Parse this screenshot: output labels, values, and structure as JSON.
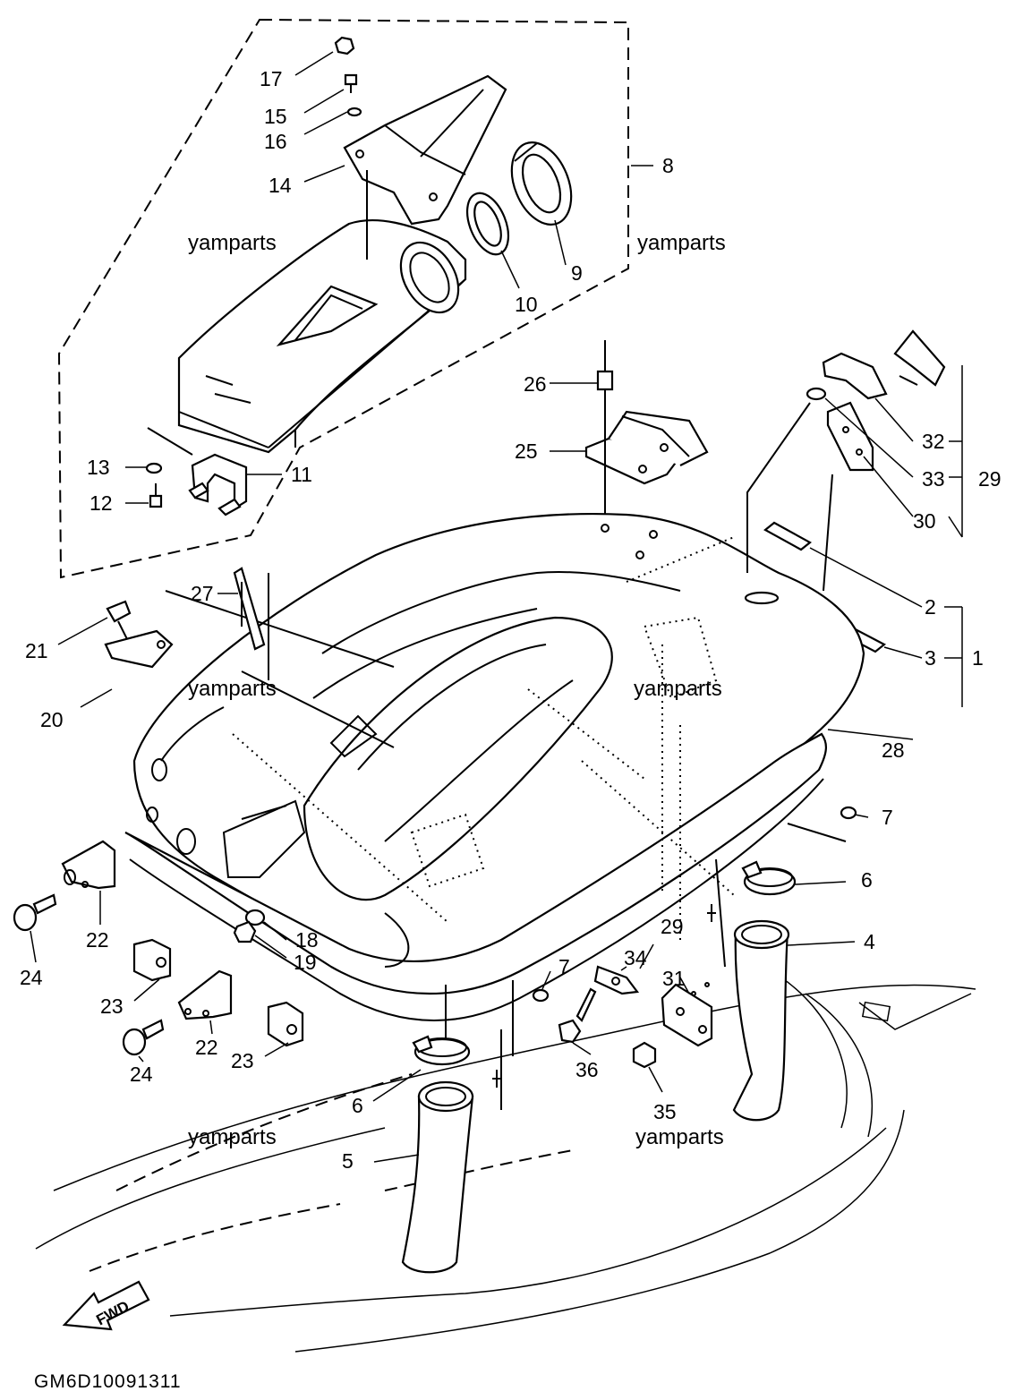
{
  "diagram": {
    "code": "GM6D10091311",
    "watermark": "yamparts",
    "fwd_label": "FWD",
    "callouts": [
      "1",
      "2",
      "3",
      "4",
      "5",
      "6",
      "6",
      "7",
      "7",
      "8",
      "9",
      "10",
      "11",
      "12",
      "13",
      "14",
      "15",
      "16",
      "17",
      "18",
      "19",
      "20",
      "21",
      "22",
      "22",
      "23",
      "23",
      "24",
      "24",
      "25",
      "26",
      "27",
      "28",
      "29",
      "29",
      "30",
      "31",
      "32",
      "33",
      "34",
      "35",
      "36"
    ]
  }
}
